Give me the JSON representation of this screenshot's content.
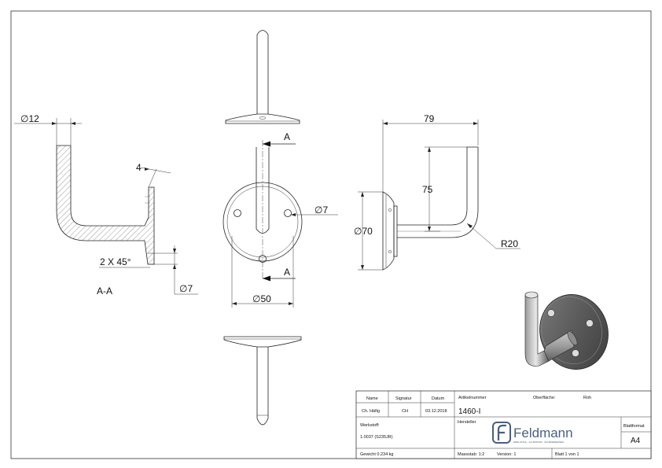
{
  "drawing": {
    "dims": {
      "d12": "∅12",
      "four": "4",
      "chamfer": "2 X 45°",
      "d7_section": "∅7",
      "section_label": "A-A",
      "a_top": "A",
      "a_bottom": "A",
      "d7_holes": "∅7",
      "d50": "∅50",
      "w79": "79",
      "h75": "75",
      "d70": "∅70",
      "r20": "R20"
    }
  },
  "title_block": {
    "headers": {
      "name": "Name",
      "signature": "Signatur",
      "date": "Datum",
      "article_no": "Artikelnummer",
      "surface": "Oberfläche:",
      "surface_val": "Roh"
    },
    "row1": {
      "name": "Ch. Häfig",
      "signature": "CH",
      "date": "03.12.2018",
      "article_no": "1460-I"
    },
    "material_label": "Werkstoff:",
    "material_val": "1.0037 (S235JR)",
    "manufacturer_label": "Hersteller",
    "brand": "Feldmann",
    "brand_tagline": "EDELSTAHL · ALUMINIUM · SCHMIEDEEISEN",
    "sheet_format_label": "Blattformat",
    "sheet_format_val": "A4",
    "weight": "Gewicht 0.234 kg",
    "scale": "Massstab: 1:2",
    "version": "Version: 1",
    "sheet": "Blatt 1 von 1"
  },
  "colors": {
    "line": "#222222",
    "hatch": "#555555",
    "brand": "#4a5f7e",
    "metal_dark": "#4d4d4d",
    "metal_light": "#b8b8b8"
  }
}
